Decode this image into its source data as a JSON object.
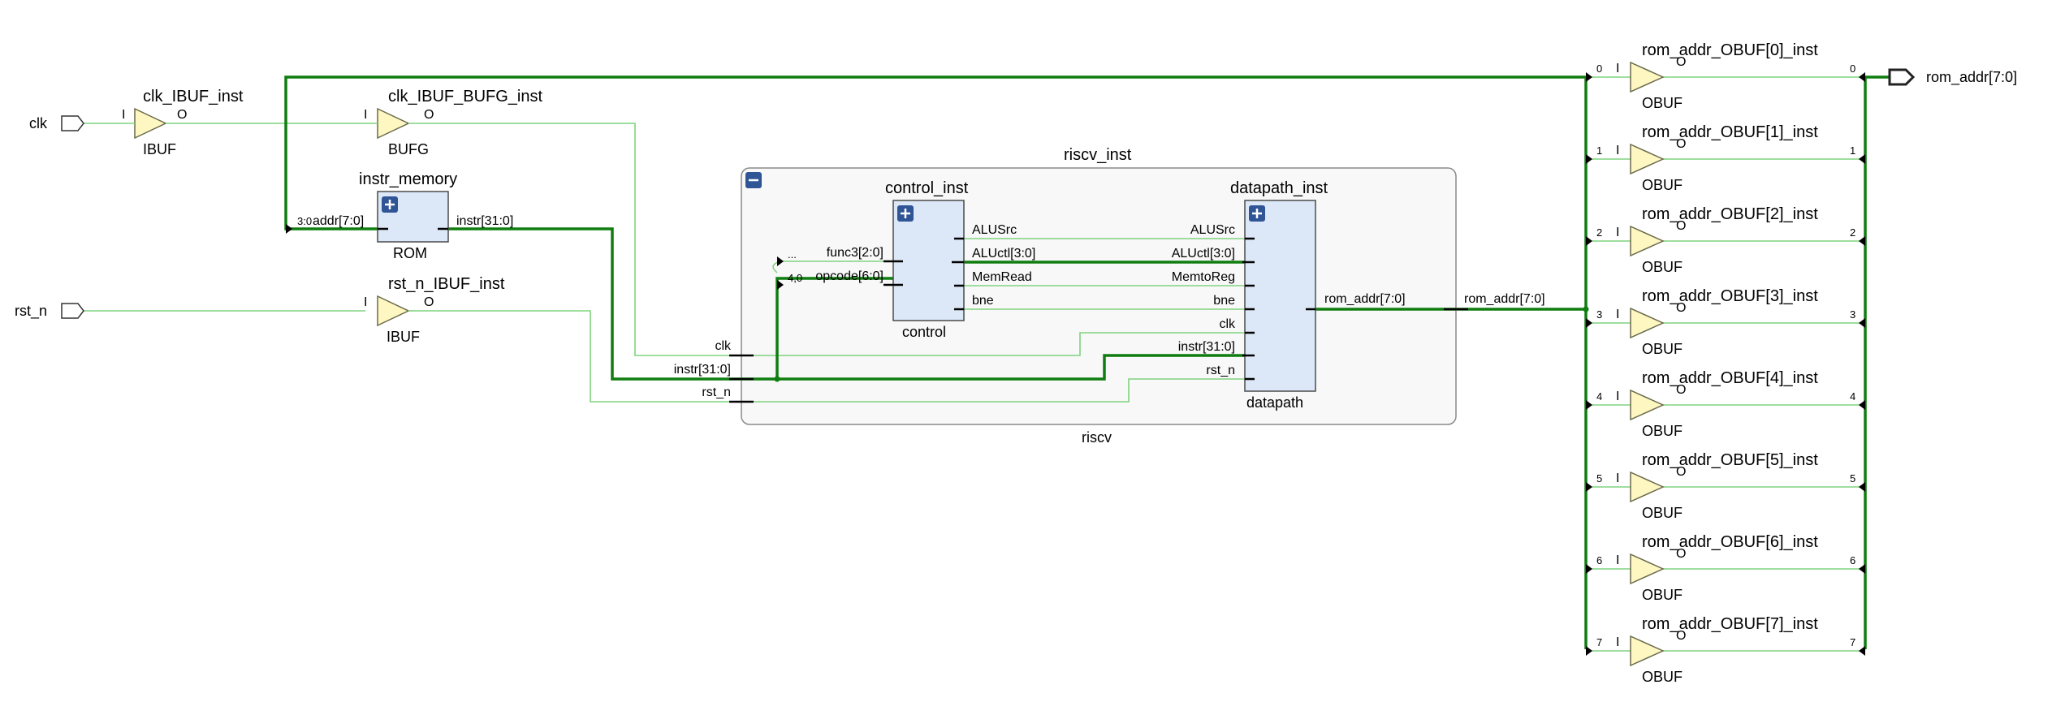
{
  "ports": {
    "clk": "clk",
    "rst_n": "rst_n",
    "rom_addr": "rom_addr[7:0]"
  },
  "cells": {
    "clk_ibuf": {
      "name": "clk_IBUF_inst",
      "type": "IBUF",
      "in": "I",
      "out": "O"
    },
    "clk_bufg": {
      "name": "clk_IBUF_BUFG_inst",
      "type": "BUFG",
      "in": "I",
      "out": "O"
    },
    "instr_memory": {
      "name": "instr_memory",
      "type": "ROM",
      "in": "addr[7:0]",
      "in_slice": "3:0",
      "out": "instr[31:0]"
    },
    "rst_ibuf": {
      "name": "rst_n_IBUF_inst",
      "type": "IBUF",
      "in": "I",
      "out": "O"
    }
  },
  "riscv": {
    "name": "riscv_inst",
    "type": "riscv",
    "ports": {
      "clk": "clk",
      "instr": "instr[31:0]",
      "rst_n": "rst_n"
    },
    "control": {
      "name": "control_inst",
      "type": "control",
      "inputs": [
        "func3[2:0]",
        "opcode[6:0]"
      ],
      "input_slices": [
        "...",
        "4,0"
      ],
      "outputs": [
        "ALUSrc",
        "ALUctl[3:0]",
        "MemRead",
        "bne"
      ]
    },
    "datapath": {
      "name": "datapath_inst",
      "type": "datapath",
      "inputs": [
        "ALUSrc",
        "ALUctl[3:0]",
        "MemtoReg",
        "bne",
        "clk",
        "instr[31:0]",
        "rst_n"
      ],
      "output": "rom_addr[7:0]"
    },
    "out_port": "rom_addr[7:0]"
  },
  "obufs": [
    {
      "name": "rom_addr_OBUF[0]_inst",
      "type": "OBUF",
      "in": "I",
      "out": "O",
      "bit": "0"
    },
    {
      "name": "rom_addr_OBUF[1]_inst",
      "type": "OBUF",
      "in": "I",
      "out": "O",
      "bit": "1"
    },
    {
      "name": "rom_addr_OBUF[2]_inst",
      "type": "OBUF",
      "in": "I",
      "out": "O",
      "bit": "2"
    },
    {
      "name": "rom_addr_OBUF[3]_inst",
      "type": "OBUF",
      "in": "I",
      "out": "O",
      "bit": "3"
    },
    {
      "name": "rom_addr_OBUF[4]_inst",
      "type": "OBUF",
      "in": "I",
      "out": "O",
      "bit": "4"
    },
    {
      "name": "rom_addr_OBUF[5]_inst",
      "type": "OBUF",
      "in": "I",
      "out": "O",
      "bit": "5"
    },
    {
      "name": "rom_addr_OBUF[6]_inst",
      "type": "OBUF",
      "in": "I",
      "out": "O",
      "bit": "6"
    },
    {
      "name": "rom_addr_OBUF[7]_inst",
      "type": "OBUF",
      "in": "I",
      "out": "O",
      "bit": "7"
    }
  ],
  "colors": {
    "net": "#7fd37f",
    "bus": "#0f7d0f",
    "buffer_fill": "#fff7c2",
    "cell_fill": "#dce8f7",
    "hier_fill": "#f8f8f8",
    "expand_icon": "#2f5597"
  }
}
